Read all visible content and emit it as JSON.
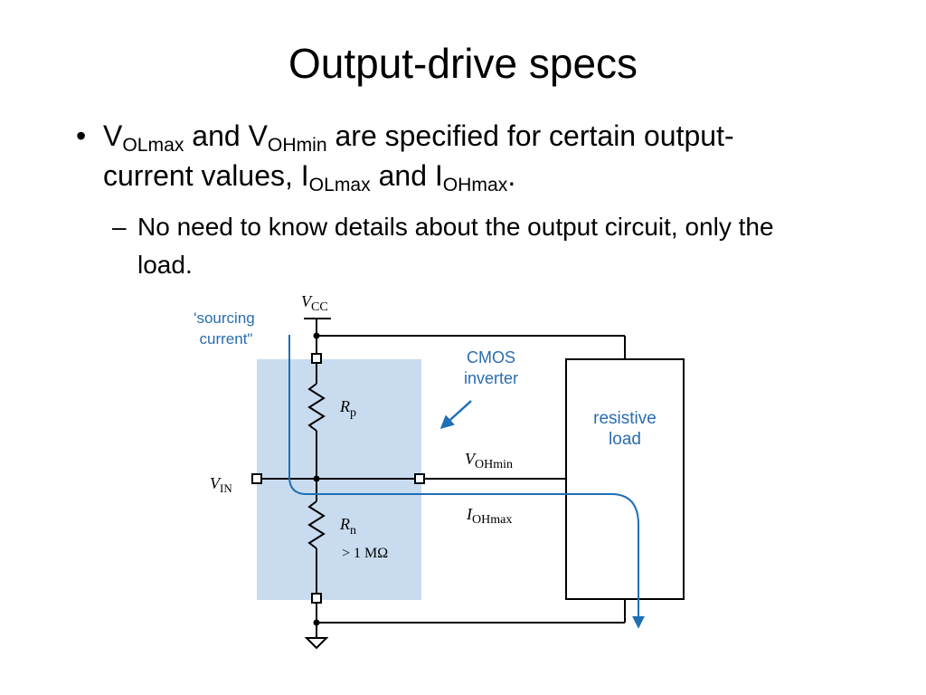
{
  "slide": {
    "title": "Output-drive specs",
    "bullet1": {
      "mark": "•",
      "t1_main": "V",
      "t1_sub": "OLmax",
      "t2": " and ",
      "t3_main": "V",
      "t3_sub": "OHmin",
      "t4": " are specified for certain output-current values, ",
      "t5_main": "I",
      "t5_sub": "OLmax",
      "t6": " and ",
      "t7_main": "I",
      "t7_sub": "OHmax",
      "t8": "."
    },
    "bullet2": {
      "mark": "–",
      "text": "No need to know details about the output circuit, only the load."
    }
  },
  "diagram": {
    "vcc_main": "V",
    "vcc_sub": "CC",
    "sourcing_line1": "'sourcing",
    "sourcing_line2": "current\"",
    "cmos_line1": "CMOS",
    "cmos_line2": "inverter",
    "rp_main": "R",
    "rp_sub": "p",
    "rn_main": "R",
    "rn_sub": "n",
    "rn_value": "> 1 MΩ",
    "vin_main": "V",
    "vin_sub": "IN",
    "vohmin_main": "V",
    "vohmin_sub": "OHmin",
    "iohmax_main": "I",
    "iohmax_sub": "OHmax",
    "load_line1": "resistive",
    "load_line2": "load",
    "colors": {
      "current_arrow": "#1f6fb5",
      "shade": "#c9dcef",
      "annotation_text": "#2a6db0",
      "wire": "#000000"
    }
  }
}
